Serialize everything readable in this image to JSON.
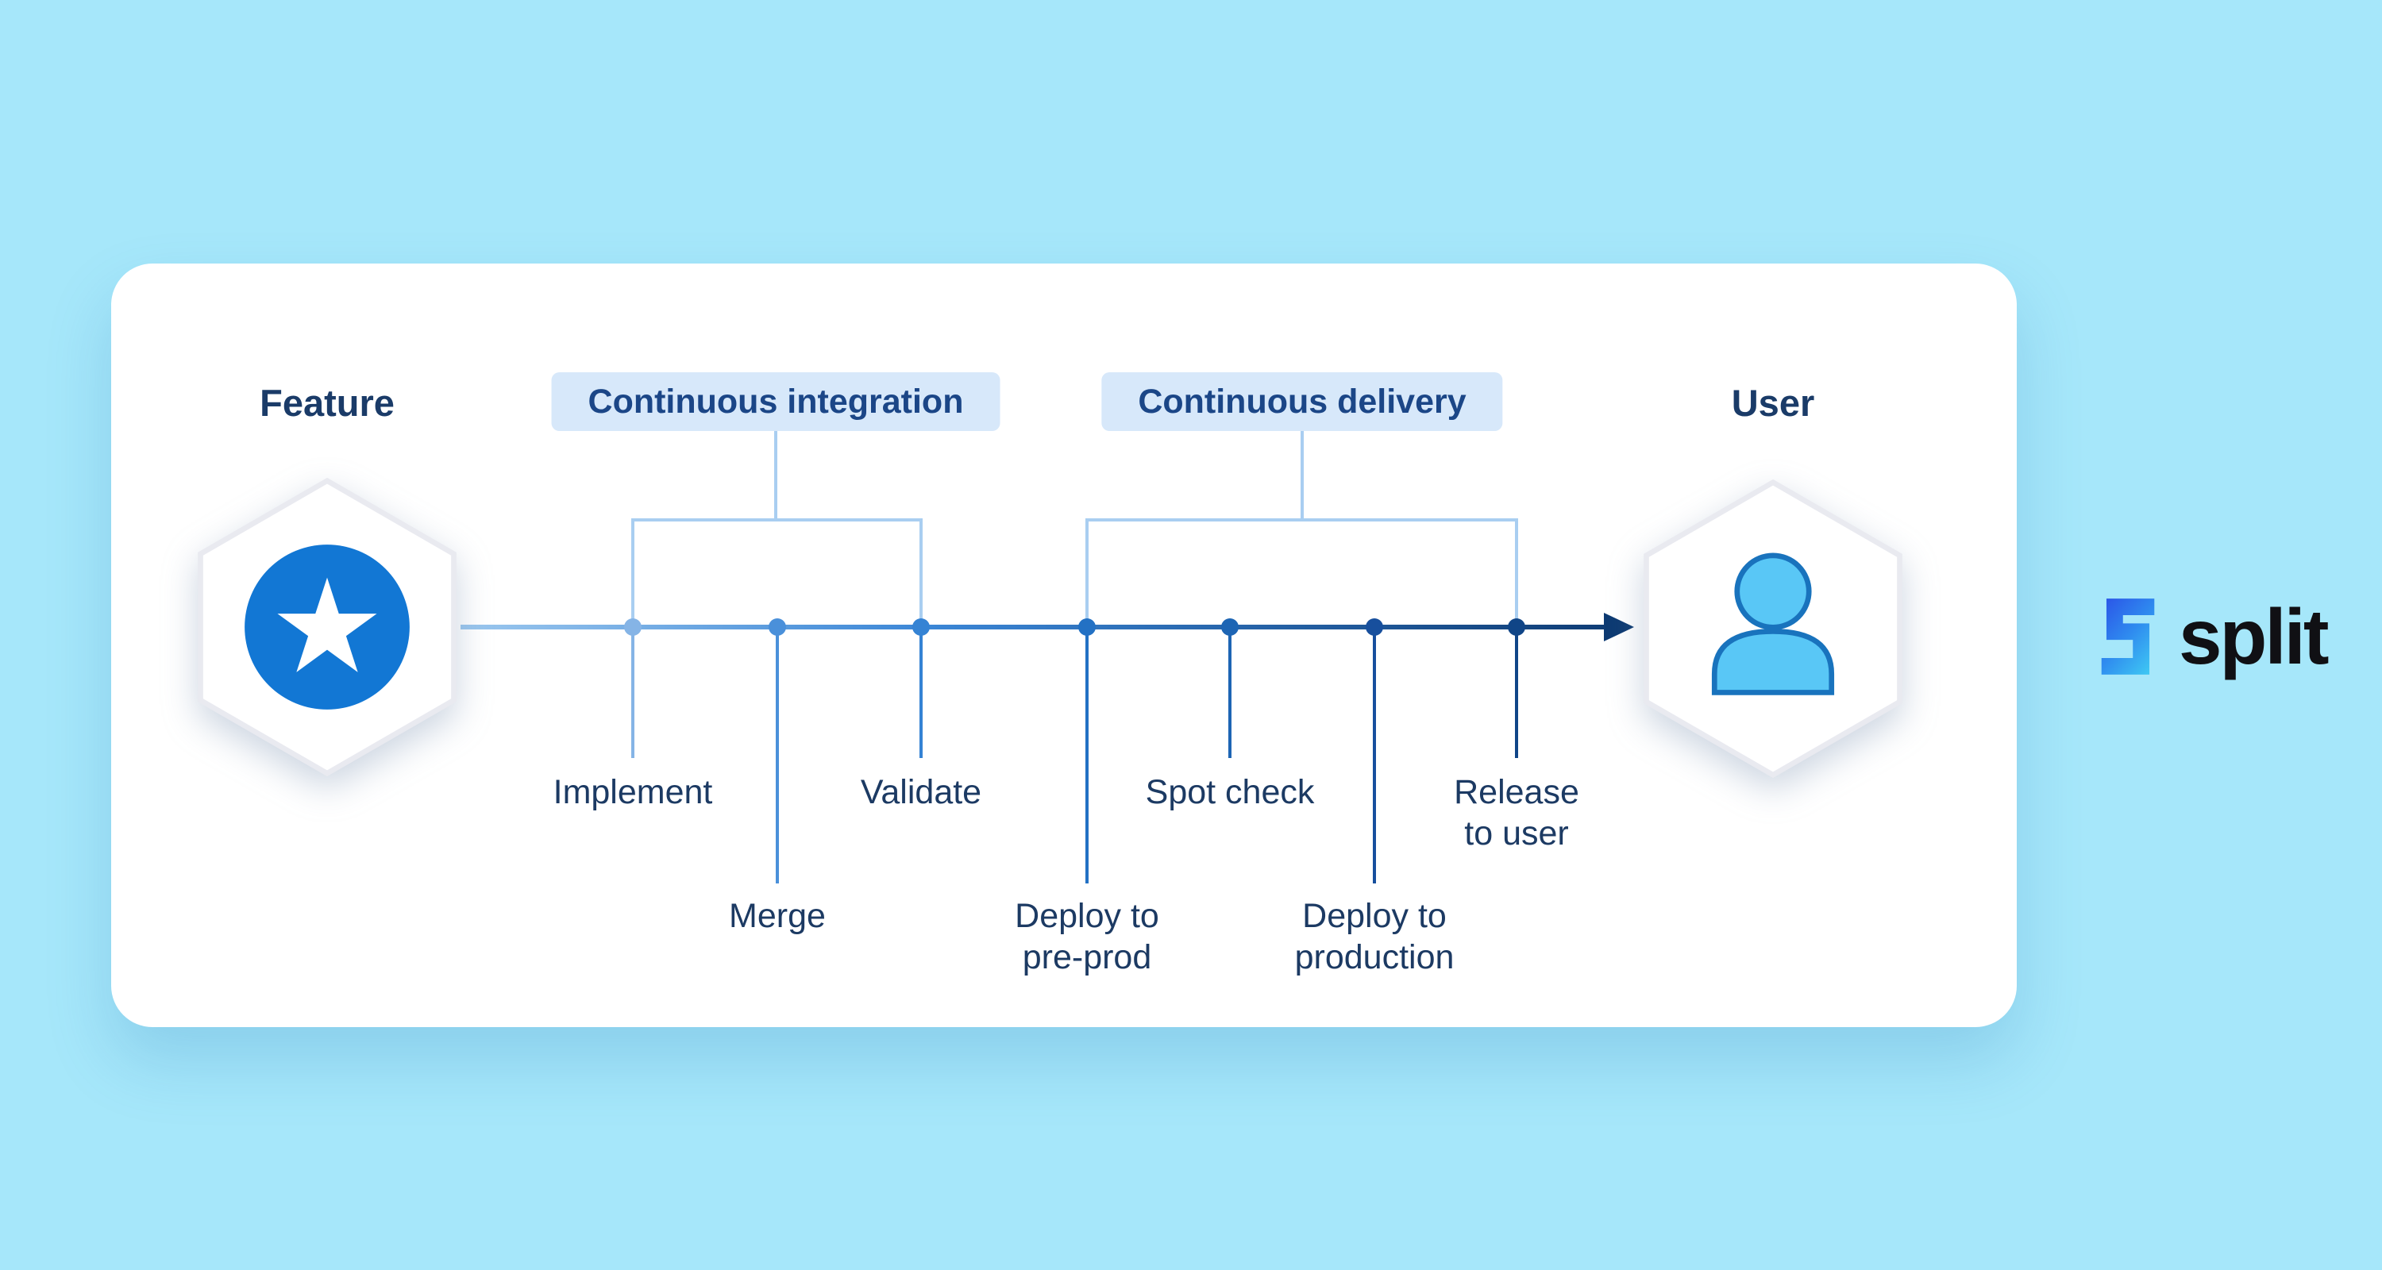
{
  "page": {
    "background_color": "#a6e7fa"
  },
  "card": {
    "background_color": "#ffffff"
  },
  "diagram": {
    "feature_label": "Feature",
    "user_label": "User",
    "groups": [
      {
        "label": "Continuous integration",
        "pill_bg": "#d7e8fa",
        "text_color": "#1b4687"
      },
      {
        "label": "Continuous delivery",
        "pill_bg": "#d7e8fa",
        "text_color": "#1b4687"
      }
    ],
    "stages": [
      {
        "label": "Implement",
        "color": "#85b4e6"
      },
      {
        "label": "Merge",
        "color": "#4a90da"
      },
      {
        "label": "Validate",
        "color": "#3583d4"
      },
      {
        "label": "Deploy to\npre-prod",
        "color": "#2371c4"
      },
      {
        "label": "Spot check",
        "color": "#1d65b4"
      },
      {
        "label": "Deploy to\nproduction",
        "color": "#174f9d"
      },
      {
        "label": "Release\nto user",
        "color": "#104587"
      }
    ],
    "timeline": {
      "gradient_start": "#9bc7ee",
      "gradient_mid": "#3b86d6",
      "gradient_end": "#0d3a72",
      "bracket_color": "#a9cef1"
    },
    "icons": {
      "feature_badge_color": "#1277d4",
      "star_color": "#ffffff",
      "user_icon_fill": "#59c7f6",
      "user_icon_stroke": "#1973bd"
    }
  },
  "brand": {
    "name": "split",
    "logo_colors": {
      "start": "#2b59e8",
      "mid": "#2f8bef",
      "end": "#3ec6f3"
    }
  }
}
